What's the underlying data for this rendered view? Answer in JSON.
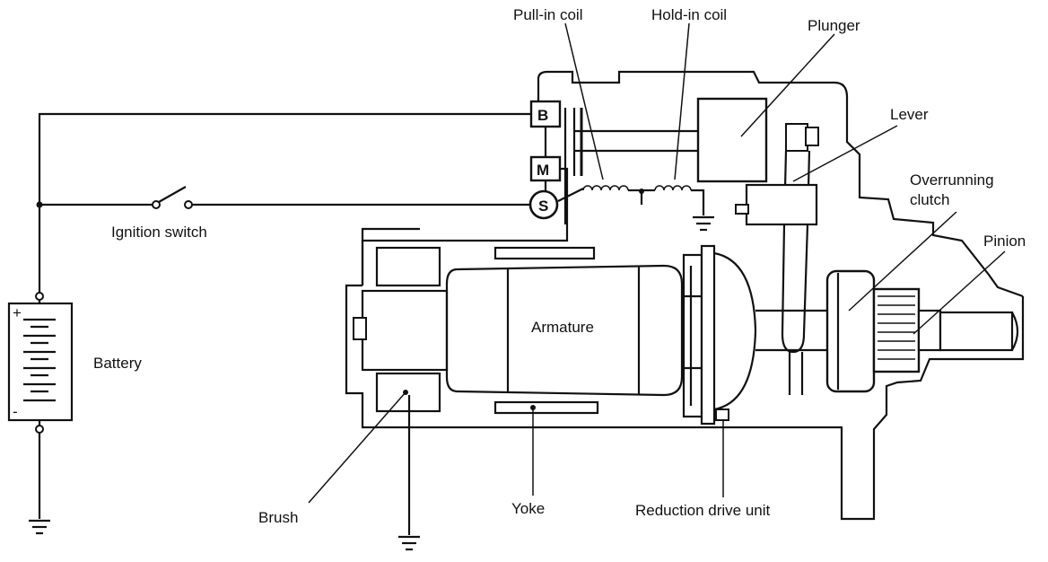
{
  "labels": {
    "pull_in_coil": "Pull-in coil",
    "hold_in_coil": "Hold-in coil",
    "plunger": "Plunger",
    "lever": "Lever",
    "overrunning_clutch_line1": "Overrunning",
    "overrunning_clutch_line2": "clutch",
    "pinion": "Pinion",
    "ignition_switch": "Ignition switch",
    "battery": "Battery",
    "armature": "Armature",
    "brush": "Brush",
    "yoke": "Yoke",
    "reduction_drive_unit": "Reduction drive unit"
  },
  "terminals": {
    "b": "B",
    "m": "M",
    "s": "S"
  },
  "battery_signs": {
    "plus": "+",
    "minus": "-"
  }
}
